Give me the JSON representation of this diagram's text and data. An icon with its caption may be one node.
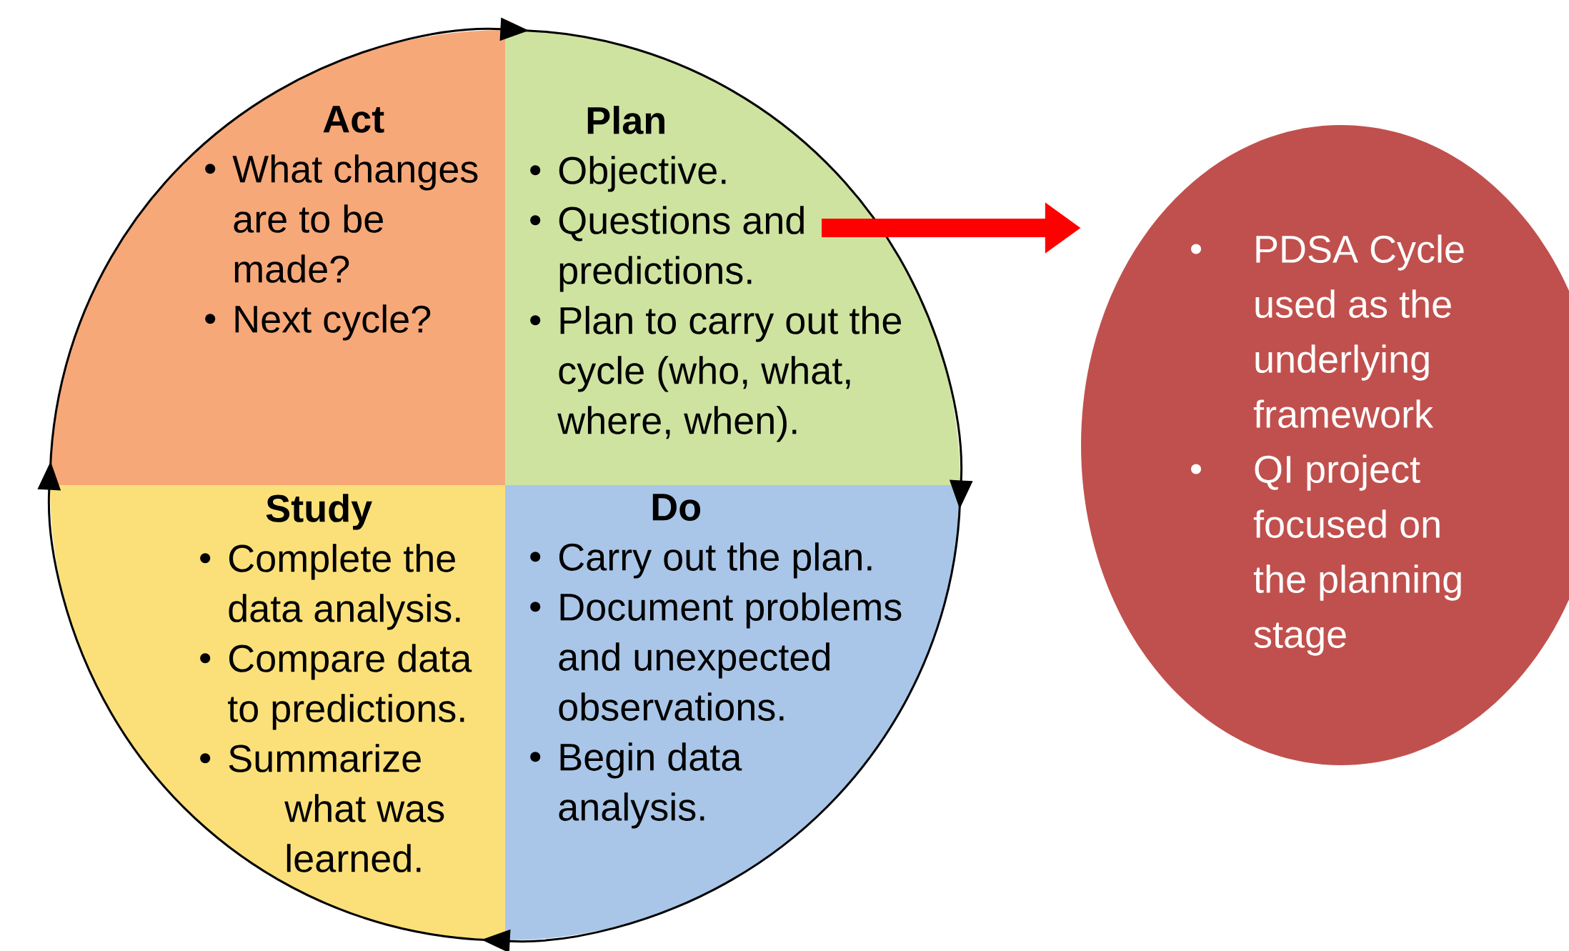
{
  "diagram": {
    "nodes": [
      {
        "text": [
          "Act",
          "What changes are to be made?",
          "Next cycle?"
        ]
      },
      {
        "text": [
          "Plan",
          "Objective.",
          "Questions and predictions.",
          "Plan to carry out the cycle (who, what, where, when)."
        ]
      },
      {
        "text": [
          "Study",
          "Complete the data analysis.",
          "Compare data to predictions.",
          "Summarize what was learned."
        ]
      },
      {
        "text": [
          "Do",
          "Carry out the plan.",
          "Document problems and unexpected observations.",
          "Begin data analysis."
        ]
      },
      {
        "text": [
          "PDSA Cycle used as the underlying framework",
          "QI project focused on the planning stage"
        ]
      }
    ],
    "edges": [
      {
        "from": 0,
        "to": 1,
        "arrow": "to"
      },
      {
        "from": 1,
        "to": 3,
        "arrow": "to"
      },
      {
        "from": 3,
        "to": 2,
        "arrow": "to"
      },
      {
        "from": 2,
        "to": 0,
        "arrow": "to"
      },
      {
        "from": 1,
        "to": 4,
        "arrow": "to",
        "color": "#ff0000"
      }
    ]
  }
}
